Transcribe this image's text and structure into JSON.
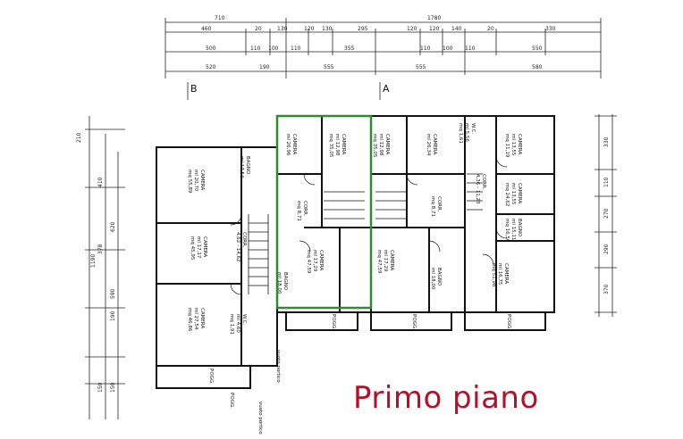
{
  "caption": "Primo piano",
  "accent_color": "#b3112a",
  "highlight_color": "#2e8b2e",
  "section_markers": [
    "B",
    "A"
  ],
  "dimensions": {
    "total_top": "1780",
    "left_block": "710",
    "row1": [
      "460",
      "20",
      "130",
      "120",
      "130",
      "295",
      "120",
      "120",
      "140",
      "20",
      "330"
    ],
    "row2": [
      "500",
      "110",
      "100",
      "110",
      "355",
      "110",
      "100",
      "110",
      "550"
    ],
    "row3": [
      "520",
      "190",
      "555",
      "555",
      "580"
    ],
    "left_total": "1190",
    "left_series": [
      "210",
      "410",
      "378",
      "620",
      "590",
      "150",
      "150",
      "190"
    ],
    "right_series": [
      "330",
      "110",
      "270",
      "290",
      "370"
    ]
  },
  "rooms": [
    {
      "name": "CAMERA",
      "dims": "ml 20,70",
      "area": "mq 55,89"
    },
    {
      "name": "CAMERA",
      "dims": "ml 17,17",
      "area": "mq 45,95"
    },
    {
      "name": "CAMERA",
      "dims": "ml 27,54",
      "area": "mq 46,86"
    },
    {
      "name": "BAGNO",
      "dims": "ml 17,54",
      "area": ""
    },
    {
      "name": "CORR.",
      "dims": "4,62 - 14,62",
      "area": ""
    },
    {
      "name": "W.C.",
      "dims": "ml 4,60",
      "area": "mq 1,91"
    },
    {
      "name": "CAMERA",
      "dims": "ml 26,96",
      "area": ""
    },
    {
      "name": "CAMERA",
      "dims": "ml 12,98",
      "area": "mq 35,05"
    },
    {
      "name": "CORR.",
      "dims": "mq 8,71",
      "area": ""
    },
    {
      "name": "CAMERA",
      "dims": "ml 17,29",
      "area": "mq 47,59"
    },
    {
      "name": "BAGNO",
      "dims": "ml 18,00",
      "area": ""
    },
    {
      "name": "CAMERA",
      "dims": "ml 12,98",
      "area": "mq 35,05"
    },
    {
      "name": "CAMERA",
      "dims": "ml 26,34",
      "area": ""
    },
    {
      "name": "CORR.",
      "dims": "mq 8,71",
      "area": ""
    },
    {
      "name": "CAMERA",
      "dims": "ml 17,29",
      "area": "mq 47,59"
    },
    {
      "name": "BAGNO",
      "dims": "ml 18,00",
      "area": ""
    },
    {
      "name": "W.C.",
      "dims": "ml 5,56",
      "area": "mq 1,61"
    },
    {
      "name": "CAMERA",
      "dims": "ml 13,55",
      "area": "mq 11,19"
    },
    {
      "name": "CAMERA",
      "dims": "ml 13,55",
      "area": "mq 24,62"
    },
    {
      "name": "CORR.",
      "dims": "4,36 - 11,23",
      "area": ""
    },
    {
      "name": "BAGNO",
      "dims": "ml 15,11",
      "area": "mq 16,50"
    },
    {
      "name": "CAMERA",
      "dims": "ml 16,75",
      "area": "mq 51,98"
    }
  ],
  "labels": {
    "pogg": "POGG.",
    "vuoto_portico": "vuoto portico"
  }
}
